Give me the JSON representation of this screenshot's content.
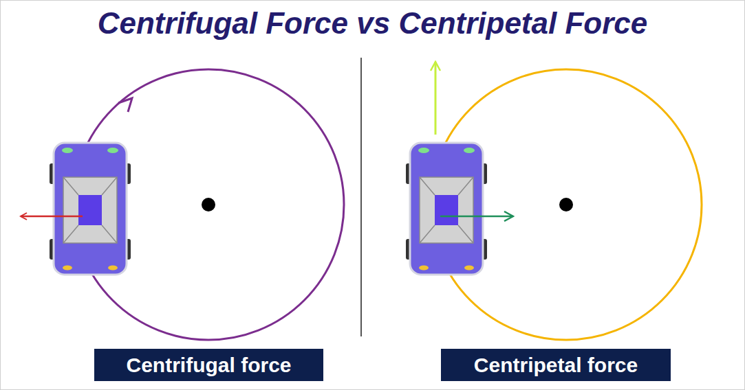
{
  "diagram": {
    "title": "Centrifugal Force vs Centripetal Force",
    "nodes": [
      {
        "text": [
          "Centrifugal force"
        ]
      },
      {
        "text": [
          "Centripetal force"
        ]
      }
    ]
  }
}
